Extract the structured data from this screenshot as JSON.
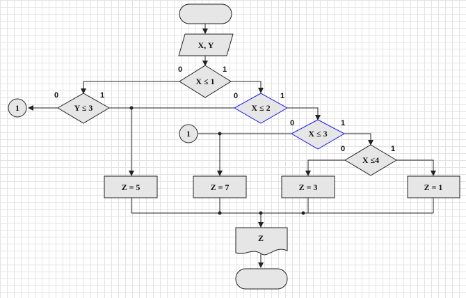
{
  "flowchart": {
    "start": "",
    "end": "",
    "input": "X, Y",
    "conditions": {
      "c1": "X ≤ 1",
      "c2": "Y ≤ 3",
      "c3": "X ≤ 2",
      "c4": "X ≤ 3",
      "c5": "X ≤4"
    },
    "branch_no": "0",
    "branch_yes": "1",
    "assignments": {
      "a1": "Z = 5",
      "a2": "Z = 7",
      "a3": "Z = 3",
      "a4": "Z = 1"
    },
    "output": "Z",
    "connectors": {
      "left": "1",
      "inner": "1"
    }
  },
  "colors": {
    "shape_fill": "#e6e6e6",
    "shape_stroke": "#222222",
    "highlight_stroke": "#1a1ae6",
    "line": "#222222"
  }
}
